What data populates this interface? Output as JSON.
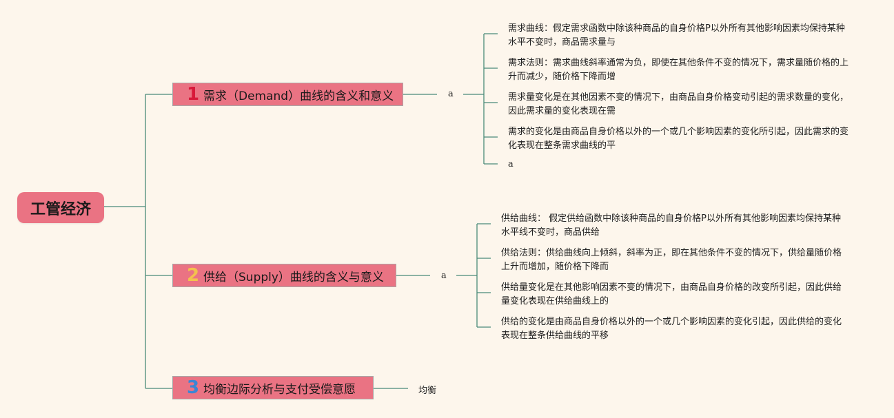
{
  "root": {
    "label": "工管经济"
  },
  "topics": [
    {
      "num": "1",
      "num_color": "#d8193a",
      "label": "需求（Demand）曲线的含义和意义",
      "branch_label": "a",
      "leaves": [
        "需求曲线：假定需求函数中除该种商品的自身价格P以外所有其他影响因素均保持某种水平不变时，商品需求量与",
        "需求法则：需求曲线斜率通常为负，即使在其他条件不变的情况下，需求量随价格的上升而减少，随价格下降而增",
        "需求量变化是在其他因素不变的情况下，由商品自身价格变动引起的需求数量的变化，因此需求量的变化表现在需",
        "需求的变化是由商品自身价格以外的一个或几个影响因素的变化所引起，因此需求的变化表现在整条需求曲线的平",
        "a"
      ]
    },
    {
      "num": "2",
      "num_color": "#f3c14e",
      "label": "供给（Supply）曲线的含义与意义",
      "branch_label": "a",
      "leaves": [
        "供给曲线： 假定供给函数中除该种商品的自身价格P以外所有其他影响因素均保持某种水平线不变时，商品供给",
        "供给法则：供给曲线向上倾斜，斜率为正，即在其他条件不变的情况下，供给量随价格上升而增加，随价格下降而",
        "供给量变化是在其他影响因素不变的情况下，由商品自身价格的改变所引起，因此供给量变化表现在供给曲线上的",
        "供给的变化是由商品自身价格以外的一个或几个影响因素的变化引起，因此供给的变化表现在整条供给曲线的平移"
      ]
    },
    {
      "num": "3",
      "num_color": "#3a86d4",
      "label": "均衡边际分析与支付受偿意愿",
      "branch_label": "均衡"
    }
  ],
  "colors": {
    "line": "#4a8a78",
    "node": "#ea7383",
    "background": "#fdf6ec"
  }
}
